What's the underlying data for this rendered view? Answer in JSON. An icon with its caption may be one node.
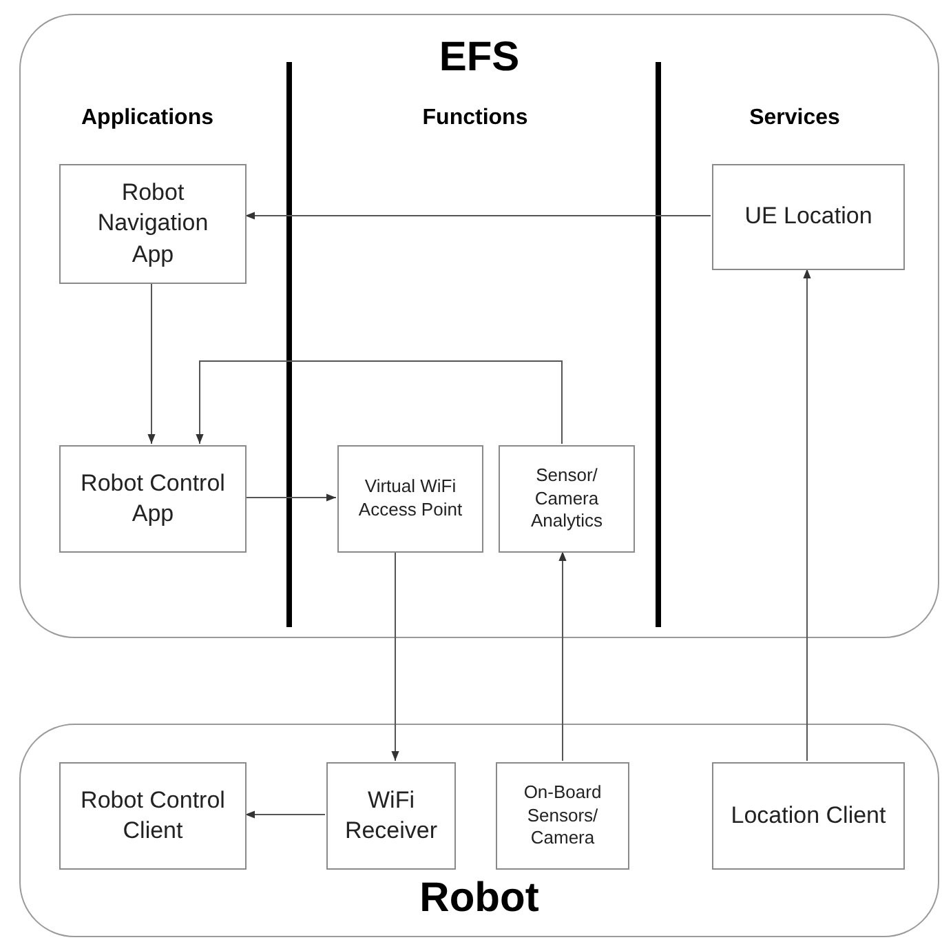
{
  "diagram": {
    "nodes": [
      {
        "text": [
          "EFS"
        ]
      },
      {
        "text": [
          "Robot Navigation App"
        ],
        "in": 0
      },
      {
        "text": [
          "Robot Control App"
        ],
        "in": 0
      },
      {
        "text": [
          "Virtual WiFi Access Point"
        ],
        "in": 0
      },
      {
        "text": [
          "Sensor/ Camera Analytics"
        ],
        "in": 0
      },
      {
        "text": [
          "UE Location"
        ],
        "in": 0
      },
      {
        "text": [
          "Robot"
        ]
      },
      {
        "text": [
          "Robot Control Client"
        ],
        "in": 6
      },
      {
        "text": [
          "WiFi Receiver"
        ],
        "in": 6
      },
      {
        "text": [
          "On-Board Sensors/ Camera"
        ],
        "in": 6
      },
      {
        "text": [
          "Location Client"
        ],
        "in": 6
      }
    ],
    "edges": [
      {
        "from": 5,
        "to": 1,
        "arrow": "to"
      },
      {
        "from": 1,
        "to": 2,
        "arrow": "to"
      },
      {
        "from": 4,
        "to": 2,
        "arrow": "to"
      },
      {
        "from": 2,
        "to": 3,
        "arrow": "to"
      },
      {
        "from": 3,
        "to": 8,
        "arrow": "to"
      },
      {
        "from": 9,
        "to": 4,
        "arrow": "to"
      },
      {
        "from": 8,
        "to": 7,
        "arrow": "to"
      },
      {
        "from": 10,
        "to": 5,
        "arrow": "to"
      }
    ],
    "labels": [
      "Applications",
      "Functions",
      "Services"
    ]
  }
}
